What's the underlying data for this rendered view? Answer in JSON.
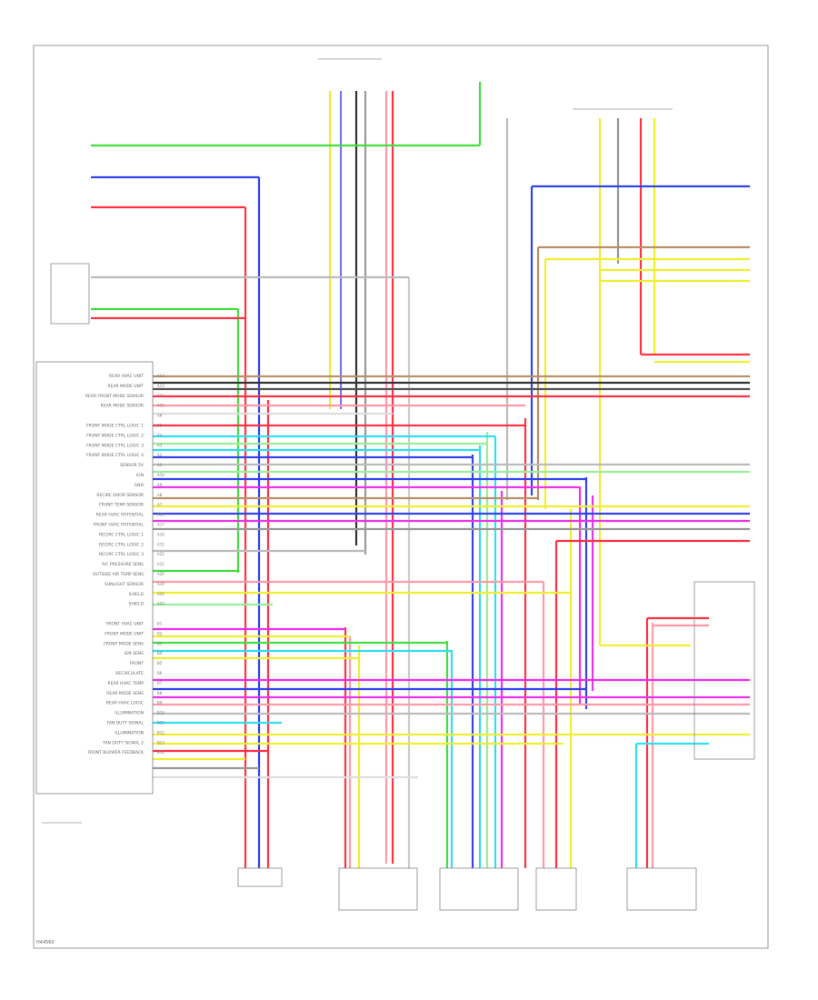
{
  "diagram": {
    "page_code": "H44560",
    "left_module": {
      "rows": [
        "REAR HVAC UNIT",
        "REAR MODE UNIT",
        "REAR FRONT MODE SENSOR",
        "REAR MODE SENSOR",
        "",
        "FRONT MODE CTRL LOGIC 1",
        "FRONT MODE CTRL LOGIC 2",
        "FRONT MODE CTRL LOGIC 3",
        "FRONT MODE CTRL LOGIC 4",
        "SENSOR 5V",
        "IGN",
        "GND",
        "RECIRC DOOR SENSOR",
        "FRONT TEMP SENSOR",
        "REAR HVAC POTENTIAL",
        "FRONT HVAC POTENTIAL",
        "RECIRC CTRL LOGIC 1",
        "RECIRC CTRL LOGIC 2",
        "RECIRC CTRL LOGIC 3",
        "A/C PRESSURE SENS",
        "OUTSIDE AIR TEMP SENS",
        "SUNLIGHT SENSOR",
        "SHIELD",
        "SHIELD",
        "",
        "FRONT HVAC UNIT",
        "FRONT MODE UNIT",
        "FRONT MODE SENS",
        "IGN SENS",
        "FRONT",
        "RECIRCULATE",
        "REAR HVAC TEMP",
        "REAR MODE SENS",
        "REAR HVAC LOGIC",
        "ILLUMINATION",
        "FAN DUTY SIGNAL",
        "ILLUMINATION",
        "FAN DUTY SIGNAL 2",
        "FRONT BLOWER FEEDBACK"
      ],
      "pins": [
        "A14",
        "A13",
        "A12",
        "A11",
        "A6",
        "A5",
        "A4",
        "A3",
        "A2",
        "A1",
        "A10",
        "A9",
        "A8",
        "A7",
        "A18",
        "A17",
        "A16",
        "A15",
        "A22",
        "A21",
        "A20",
        "A19",
        "A24",
        "A23",
        "",
        "B1",
        "B2",
        "B3",
        "B4",
        "B5",
        "B6",
        "B7",
        "B8",
        "B9",
        "B10",
        "B11",
        "B12",
        "B13",
        "B14"
      ]
    }
  },
  "chart_data": {
    "type": "wiring_diagram",
    "wire_colors": {
      "green": "#44dd44",
      "blue": "#3344ee",
      "red": "#ff3344",
      "pink": "#ff9aa8",
      "yellow": "#eeee33",
      "cyan": "#33ddee",
      "magenta": "#ee33ee",
      "gray": "#999999",
      "black": "#333333",
      "brown": "#b8906a",
      "orange": "#ffaa55",
      "light_green": "#99ee99",
      "violet": "#9966ee",
      "white": "#dddddd"
    }
  }
}
